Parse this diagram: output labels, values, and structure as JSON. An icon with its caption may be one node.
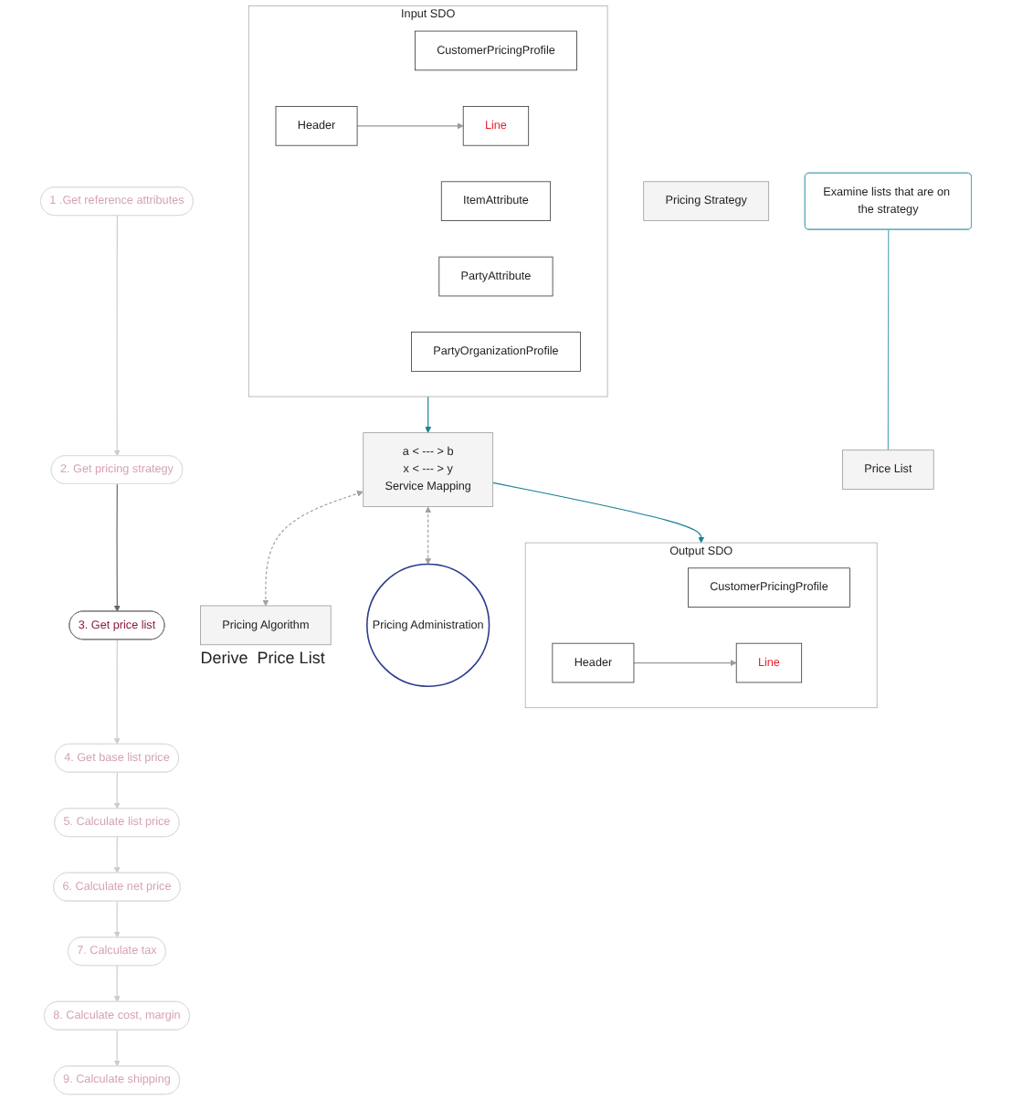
{
  "diagram": {
    "nodes": [
      {
        "text": [
          "1 .Get reference attributes"
        ]
      },
      {
        "text": [
          "2. Get pricing strategy"
        ]
      },
      {
        "text": [
          "3. Get price list"
        ]
      },
      {
        "text": [
          "4. Get base list price"
        ]
      },
      {
        "text": [
          "5. Calculate list price"
        ]
      },
      {
        "text": [
          "6. Calculate net price"
        ]
      },
      {
        "text": [
          "7. Calculate tax"
        ]
      },
      {
        "text": [
          "8. Calculate cost, margin"
        ]
      },
      {
        "text": [
          "9. Calculate shipping"
        ]
      },
      {
        "text": [
          "Pricing Algorithm"
        ],
        "beside": [
          "Derive  Price List"
        ]
      },
      {
        "text": [
          "Input  SDO"
        ]
      },
      {
        "text": [
          "CustomerPricingProfile"
        ],
        "in": 10
      },
      {
        "text": [
          "Header"
        ],
        "in": 10
      },
      {
        "text": [
          "Line"
        ],
        "in": 10
      },
      {
        "text": [
          "ItemAttribute"
        ],
        "in": 10
      },
      {
        "text": [
          "PartyAttribute"
        ],
        "in": 10
      },
      {
        "text": [
          "PartyOrganizationProfile"
        ],
        "in": 10
      },
      {
        "text": [
          "a < --- > b",
          "x < --- > y",
          "Service Mapping"
        ]
      },
      {
        "text": [
          "Output SDO"
        ]
      },
      {
        "text": [
          "CustomerPricingProfile"
        ],
        "in": 18
      },
      {
        "text": [
          "Header"
        ],
        "in": 18
      },
      {
        "text": [
          "Line"
        ],
        "in": 18
      },
      {
        "text": [
          "Pricing Administration"
        ]
      },
      {
        "text": [
          "Pricing Strategy"
        ]
      },
      {
        "text": [
          "Price List"
        ]
      },
      {
        "text": [
          "Examine lists that are on the strategy"
        ]
      }
    ],
    "edges": [
      {
        "from": 0,
        "to": 1,
        "arrow": "to"
      },
      {
        "from": 1,
        "to": 2,
        "arrow": "to",
        "color": "#666666"
      },
      {
        "from": 2,
        "to": 3,
        "arrow": "to"
      },
      {
        "from": 3,
        "to": 4,
        "arrow": "to"
      },
      {
        "from": 4,
        "to": 5,
        "arrow": "to"
      },
      {
        "from": 5,
        "to": 6,
        "arrow": "to"
      },
      {
        "from": 6,
        "to": 7,
        "arrow": "to"
      },
      {
        "from": 7,
        "to": 8,
        "arrow": "to"
      },
      {
        "from": 12,
        "to": 13,
        "arrow": "to",
        "color": "#999999"
      },
      {
        "from": 20,
        "to": 21,
        "arrow": "to",
        "color": "#999999"
      },
      {
        "from": 10,
        "to": 17,
        "arrow": "to",
        "color": "#1a7f96"
      },
      {
        "from": 17,
        "to": 18,
        "arrow": "to",
        "color": "#1a7f96"
      },
      {
        "from": 17,
        "to": 9,
        "arrow": "both",
        "style": "dashed",
        "color": "#a0a0a0"
      },
      {
        "from": 17,
        "to": 22,
        "arrow": "both",
        "style": "dashed",
        "color": "#a0a0a0"
      },
      {
        "from": 25,
        "to": 24,
        "arrow": "none",
        "color": "#5aa9b8"
      }
    ]
  }
}
